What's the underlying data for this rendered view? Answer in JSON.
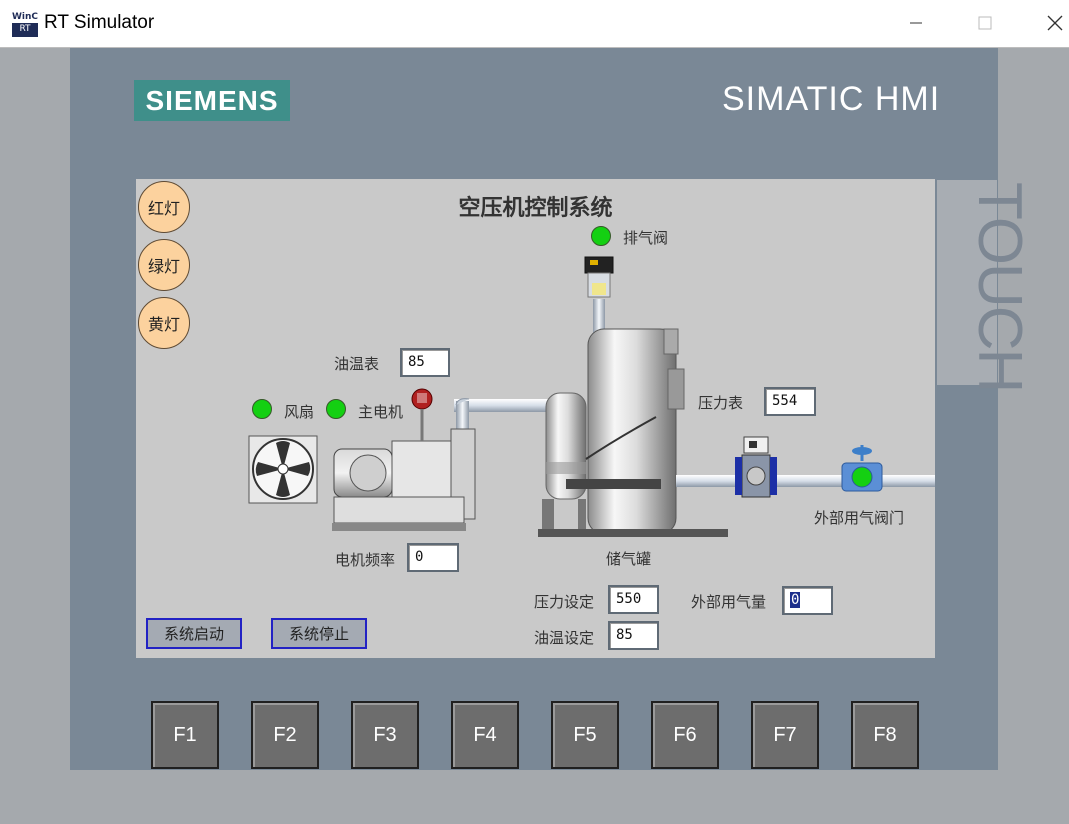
{
  "window": {
    "title": "RT Simulator",
    "icon_text_top": "WinC",
    "icon_text_bottom": "RT",
    "controls": [
      "minimize-icon",
      "maximize-icon",
      "close-icon"
    ]
  },
  "panel": {
    "brand": "SIEMENS",
    "product": "SIMATIC HMI",
    "touch_label": "TOUCH"
  },
  "screen": {
    "title": "空压机控制系统",
    "lamps": [
      {
        "label": "红灯"
      },
      {
        "label": "绿灯"
      },
      {
        "label": "黄灯"
      }
    ],
    "indicators": {
      "exhaust_valve": "排气阀",
      "fan": "风扇",
      "main_motor": "主电机"
    },
    "labels": {
      "oil_temp_gauge": "油温表",
      "pressure_gauge": "压力表",
      "motor_freq": "电机频率",
      "storage_tank": "储气罐",
      "external_valve": "外部用气阀门",
      "pressure_set": "压力设定",
      "oil_temp_set": "油温设定",
      "external_air_usage": "外部用气量"
    },
    "values": {
      "oil_temp_gauge": "85",
      "pressure_gauge": "554",
      "motor_freq": "0",
      "pressure_set": "550",
      "oil_temp_set": "85",
      "external_air_usage": "0"
    },
    "buttons": {
      "start": "系统启动",
      "stop": "系统停止"
    },
    "colors": {
      "led_on": "#14d012",
      "lamp_button": "#fcd29e",
      "screen_bg": "#c9c9c9",
      "brand": "#3f8f8a"
    }
  },
  "function_keys": [
    "F1",
    "F2",
    "F3",
    "F4",
    "F5",
    "F6",
    "F7",
    "F8"
  ]
}
